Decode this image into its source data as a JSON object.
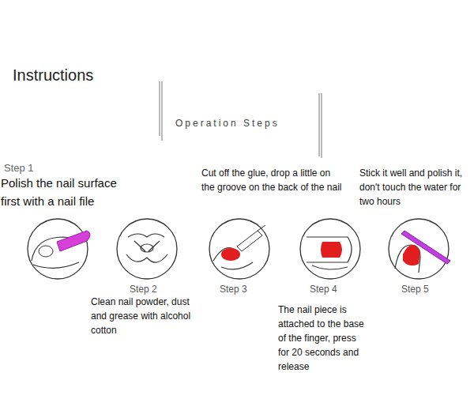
{
  "diagram": {
    "title": "Instructions",
    "labels": [
      "Operation Steps",
      "Step 1",
      "Polish the nail surface first with a nail file",
      "Step 2",
      "Clean nail powder, dust and grease with alcohol cotton",
      "Step 3",
      "Cut off the glue, drop a little on the groove on the back of the nail",
      "Step 4",
      "The nail piece is attached to the base of the finger, press for 20 seconds and release",
      "Step 5",
      "Stick it well and polish it, don't touch the water for two hours"
    ]
  }
}
